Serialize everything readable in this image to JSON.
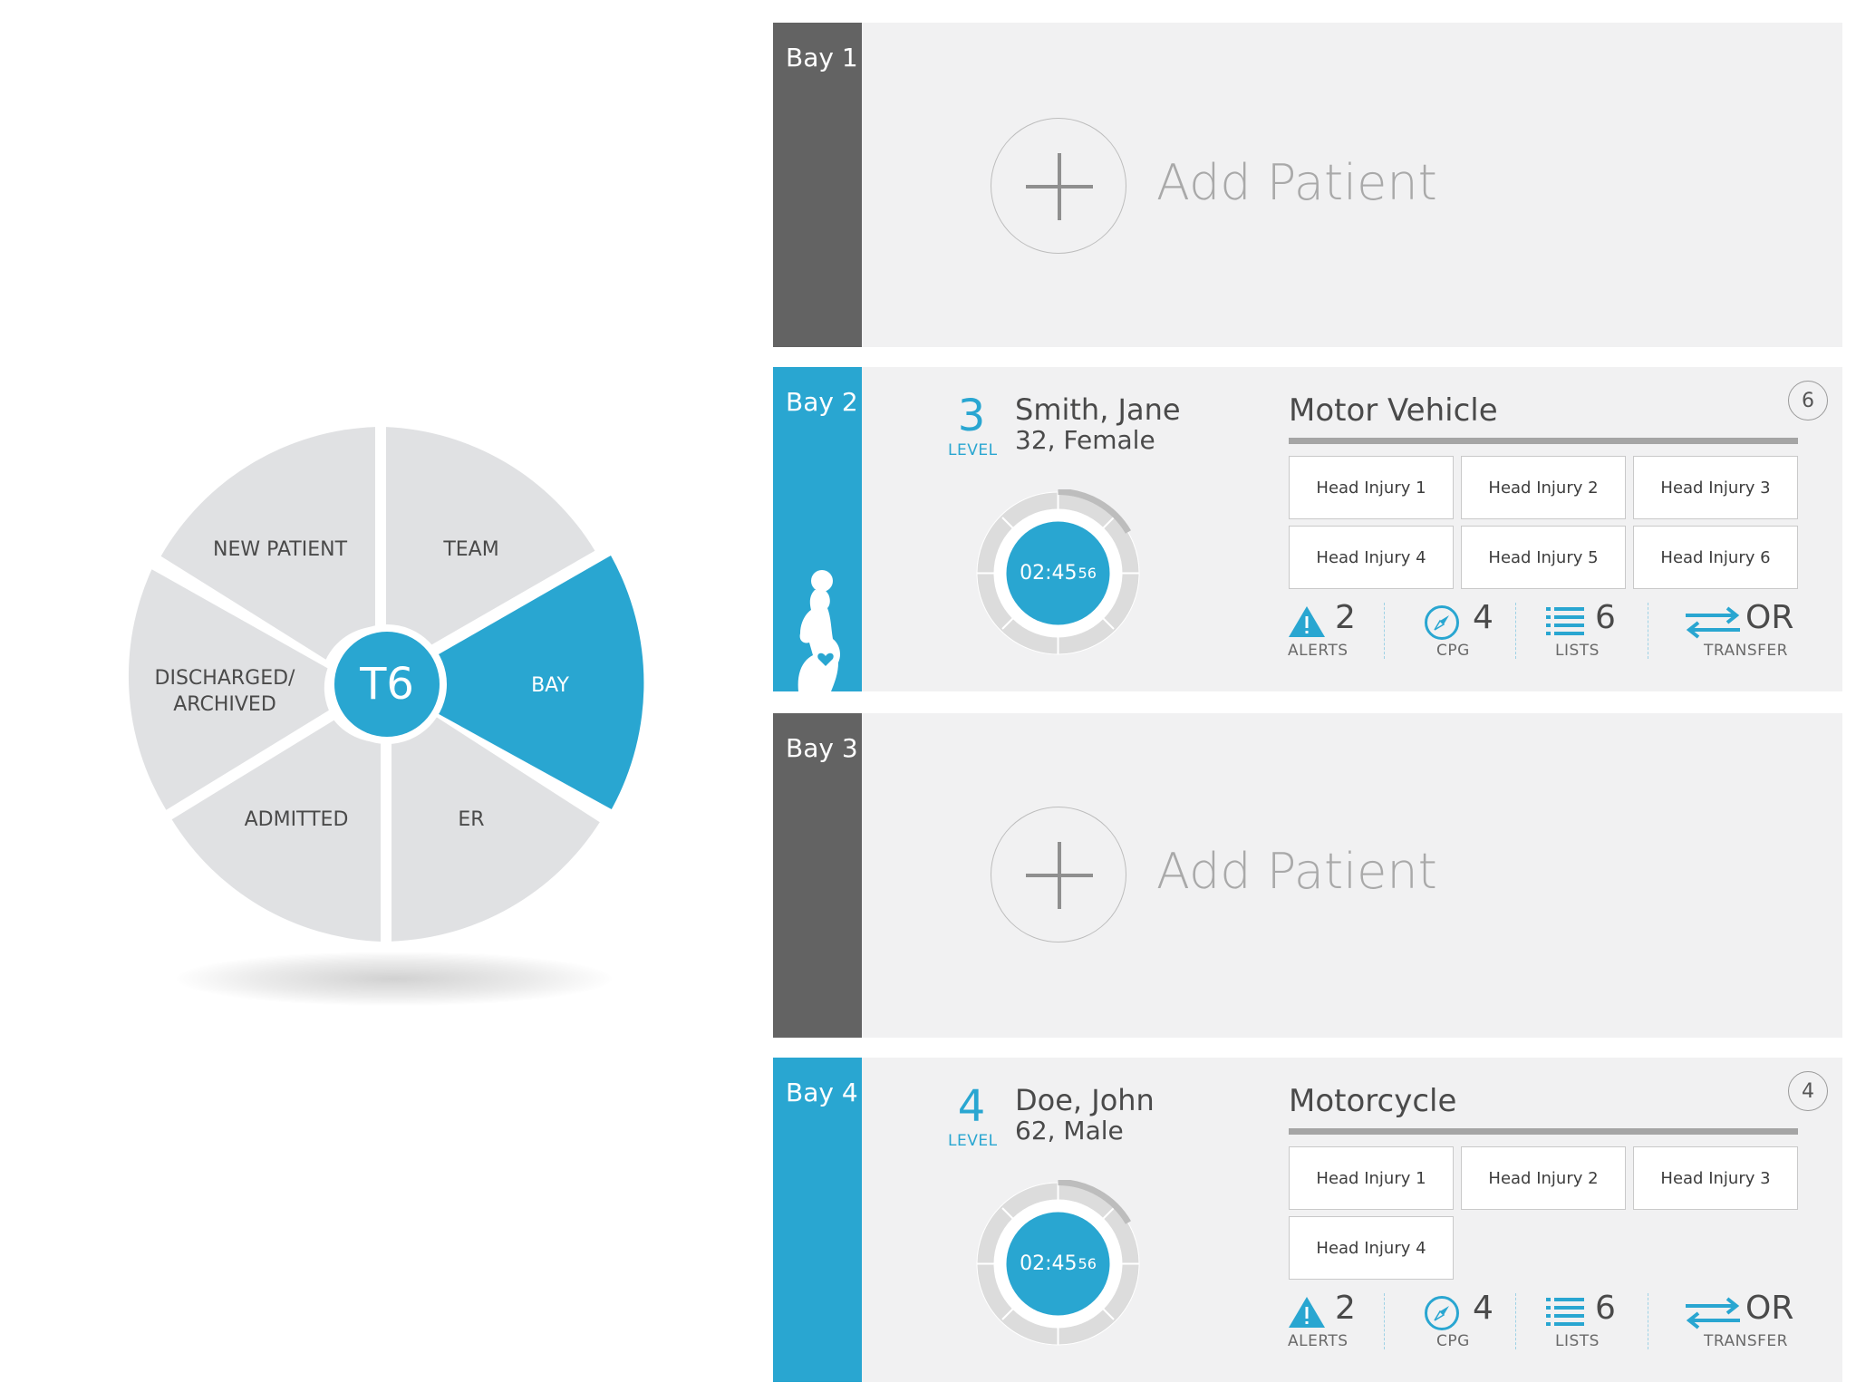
{
  "menu": {
    "center_label": "T6",
    "segments": {
      "new_patient": "NEW PATIENT",
      "team": "TEAM",
      "bay": "BAY",
      "er": "ER",
      "admitted": "ADMITTED",
      "discharged_line1": "DISCHARGED/",
      "discharged_line2": "ARCHIVED"
    },
    "active_segment": "bay",
    "colors": {
      "segment": "#e0e1e3",
      "active": "#29a6d1",
      "text": "#4a4a4a"
    }
  },
  "bays": [
    {
      "label": "Bay 1",
      "status": "empty",
      "add_label": "Add Patient"
    },
    {
      "label": "Bay 2",
      "status": "occupied",
      "icon": "pregnant-woman-icon",
      "level": "3",
      "level_label": "LEVEL",
      "patient_name": "Smith, Jane",
      "patient_info": "32, Female",
      "timer_main": "02:45",
      "timer_small": "56",
      "mechanism": "Motor Vehicle",
      "badge": "6",
      "injuries": [
        "Head Injury 1",
        "Head Injury 2",
        "Head Injury 3",
        "Head Injury 4",
        "Head Injury 5",
        "Head Injury 6"
      ],
      "stats": {
        "alerts": {
          "value": "2",
          "label": "ALERTS"
        },
        "cpg": {
          "value": "4",
          "label": "CPG"
        },
        "lists": {
          "value": "6",
          "label": "LISTS"
        },
        "transfer": {
          "value": "OR",
          "label": "TRANSFER"
        }
      }
    },
    {
      "label": "Bay 3",
      "status": "empty",
      "add_label": "Add Patient"
    },
    {
      "label": "Bay 4",
      "status": "occupied",
      "level": "4",
      "level_label": "LEVEL",
      "patient_name": "Doe, John",
      "patient_info": "62, Male",
      "timer_main": "02:45",
      "timer_small": "56",
      "mechanism": "Motorcycle",
      "badge": "4",
      "injuries": [
        "Head Injury 1",
        "Head Injury 2",
        "Head Injury 3",
        "Head Injury 4"
      ],
      "stats": {
        "alerts": {
          "value": "2",
          "label": "ALERTS"
        },
        "cpg": {
          "value": "4",
          "label": "CPG"
        },
        "lists": {
          "value": "6",
          "label": "LISTS"
        },
        "transfer": {
          "value": "OR",
          "label": "TRANSFER"
        }
      }
    }
  ],
  "colors": {
    "accent": "#29a6d1",
    "empty_tab": "#636363",
    "card_bg": "#f1f1f2"
  }
}
